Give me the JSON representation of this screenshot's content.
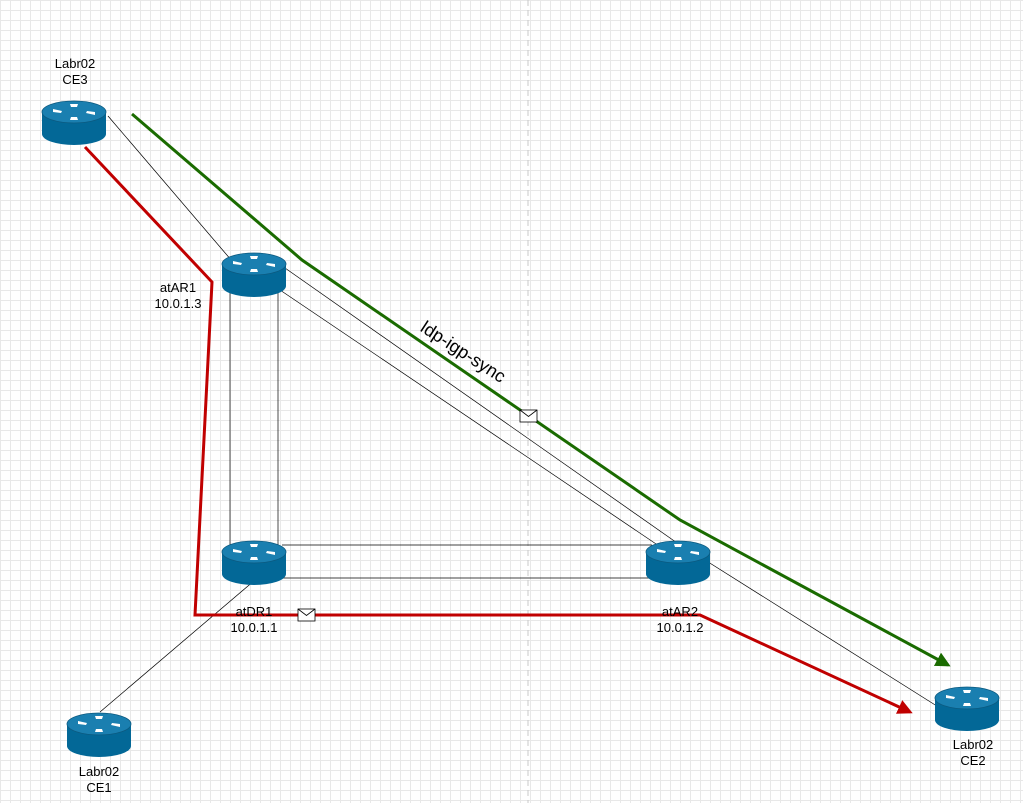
{
  "diagram": {
    "annotation": "ldp-igp-sync",
    "colors": {
      "router_fill": "#036897",
      "router_top": "#1a7fb0",
      "router_arrow": "#ffffff",
      "link": "#000000",
      "path_green": "#1a6b00",
      "path_red": "#c00000",
      "divider": "#c8c8c8"
    },
    "nodes": [
      {
        "id": "ce3",
        "icon": "router-icon",
        "lines": [
          "Labr02",
          "CE3"
        ]
      },
      {
        "id": "atar1",
        "icon": "router-icon",
        "lines": [
          "atAR1",
          "10.0.1.3"
        ]
      },
      {
        "id": "atdr1",
        "icon": "router-icon",
        "lines": [
          "atDR1",
          "10.0.1.1"
        ]
      },
      {
        "id": "atar2",
        "icon": "router-icon",
        "lines": [
          "atAR2",
          "10.0.1.2"
        ]
      },
      {
        "id": "ce1",
        "icon": "router-icon",
        "lines": [
          "Labr02",
          "CE1"
        ]
      },
      {
        "id": "ce2",
        "icon": "router-icon",
        "lines": [
          "Labr02",
          "CE2"
        ]
      }
    ],
    "links": [
      [
        "ce3",
        "atar1"
      ],
      [
        "ce1",
        "atdr1"
      ],
      [
        "atar2",
        "ce2"
      ],
      [
        "atar1",
        "atdr1"
      ],
      [
        "atdr1",
        "atar2"
      ],
      [
        "atar1",
        "atar2"
      ]
    ],
    "paths": [
      {
        "id": "green-path",
        "color": "green",
        "from": "ce3",
        "to": "ce2",
        "via": [
          "atar1",
          "atar2"
        ]
      },
      {
        "id": "red-path",
        "color": "red",
        "from": "ce3",
        "to": "ce2",
        "via": [
          "atar1",
          "atdr1",
          "atar2"
        ]
      }
    ],
    "message_icons": [
      "envelope-icon",
      "envelope-icon"
    ]
  }
}
